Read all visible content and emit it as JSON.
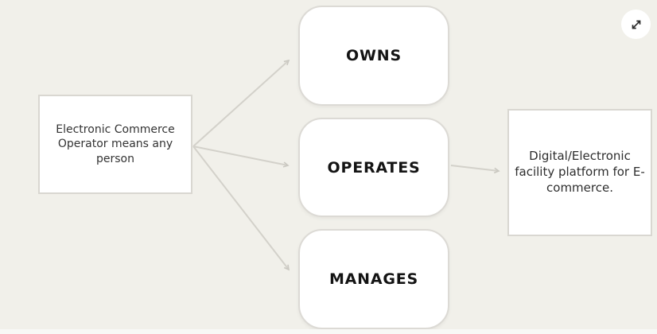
{
  "canvas": {
    "background_color": "#f1f0ea",
    "bottom_strip_color": "#f8f8f6"
  },
  "diagram": {
    "source_box": {
      "text": "Electronic Commerce Operator means any person"
    },
    "branches": [
      {
        "label": "OWNS"
      },
      {
        "label": "OPERATES"
      },
      {
        "label": "MANAGES"
      }
    ],
    "result_box": {
      "text": "Digital/Electronic facility platform for E-commerce."
    },
    "colors": {
      "node_fill": "#ffffff",
      "node_border": "#d9d7d1",
      "arrow": "#d3d1ca",
      "label_text": "#141414",
      "body_text": "#333333"
    }
  },
  "controls": {
    "expand_button": {
      "icon": "expand-diagonal-icon"
    }
  }
}
